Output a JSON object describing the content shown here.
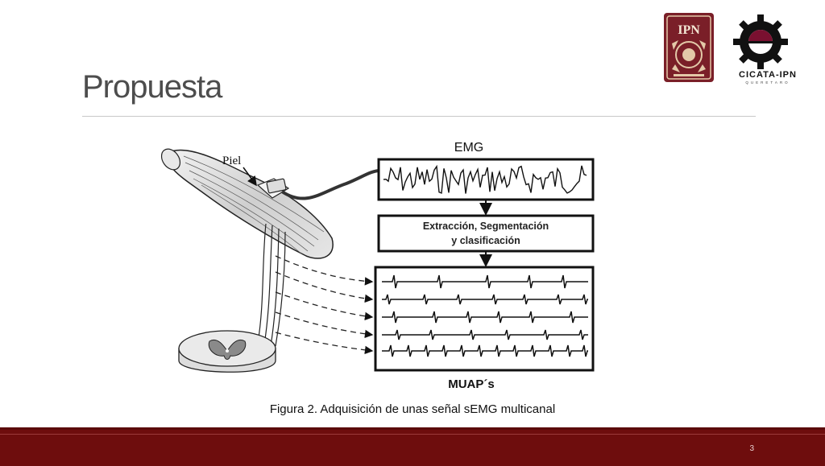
{
  "slide": {
    "title": "Propuesta",
    "page_number": "3"
  },
  "logos": {
    "ipn_text": "IPN",
    "cicata_text": "CICATA-IPN",
    "cicata_sub": "QUERETARO"
  },
  "figure": {
    "skin_label": "Piel",
    "emg_label": "EMG",
    "process_line1": "Extracción, Segmentación",
    "process_line2": "y clasificación",
    "muaps_label": "MUAP´s"
  },
  "caption": "Figura 2. Adquisición de unas señal sEMG multicanal",
  "colors": {
    "footer": "#6e0d0d",
    "title": "#4d4d4d",
    "cicata_wine": "#7a1030"
  }
}
